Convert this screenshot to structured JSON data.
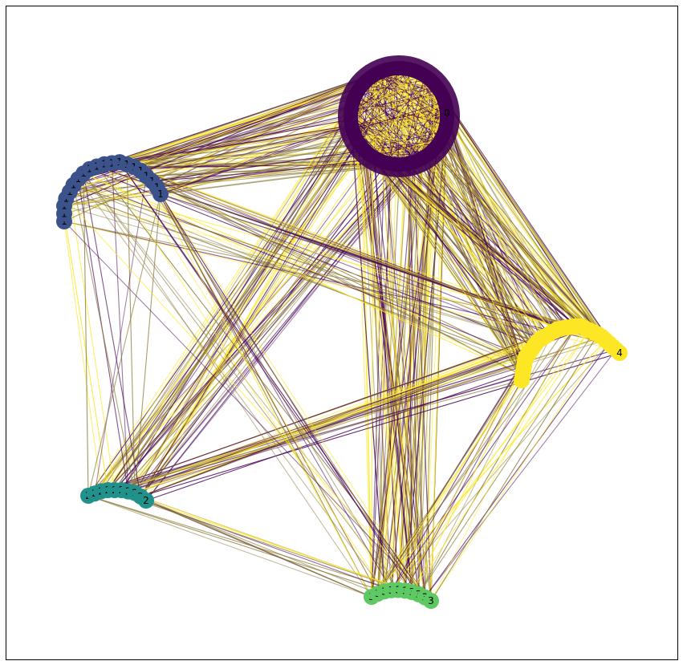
{
  "figure": {
    "type": "network-graph",
    "edge_style": "directed arrows, semi-transparent",
    "colormap": "viridis",
    "frame": true
  },
  "clusters": [
    {
      "label": "0",
      "color": "#440154",
      "node_count": 100,
      "shape": "ring"
    },
    {
      "label": "1",
      "color": "#3b528b",
      "node_count": 20,
      "shape": "arc"
    },
    {
      "label": "2",
      "color": "#21918c",
      "node_count": 10,
      "shape": "arc"
    },
    {
      "label": "3",
      "color": "#5ec962",
      "node_count": 10,
      "shape": "arc"
    },
    {
      "label": "4",
      "color": "#fde725",
      "node_count": 30,
      "shape": "arc"
    }
  ],
  "edge_colors": [
    "#440154",
    "#fde725",
    "#8a7a3a"
  ]
}
